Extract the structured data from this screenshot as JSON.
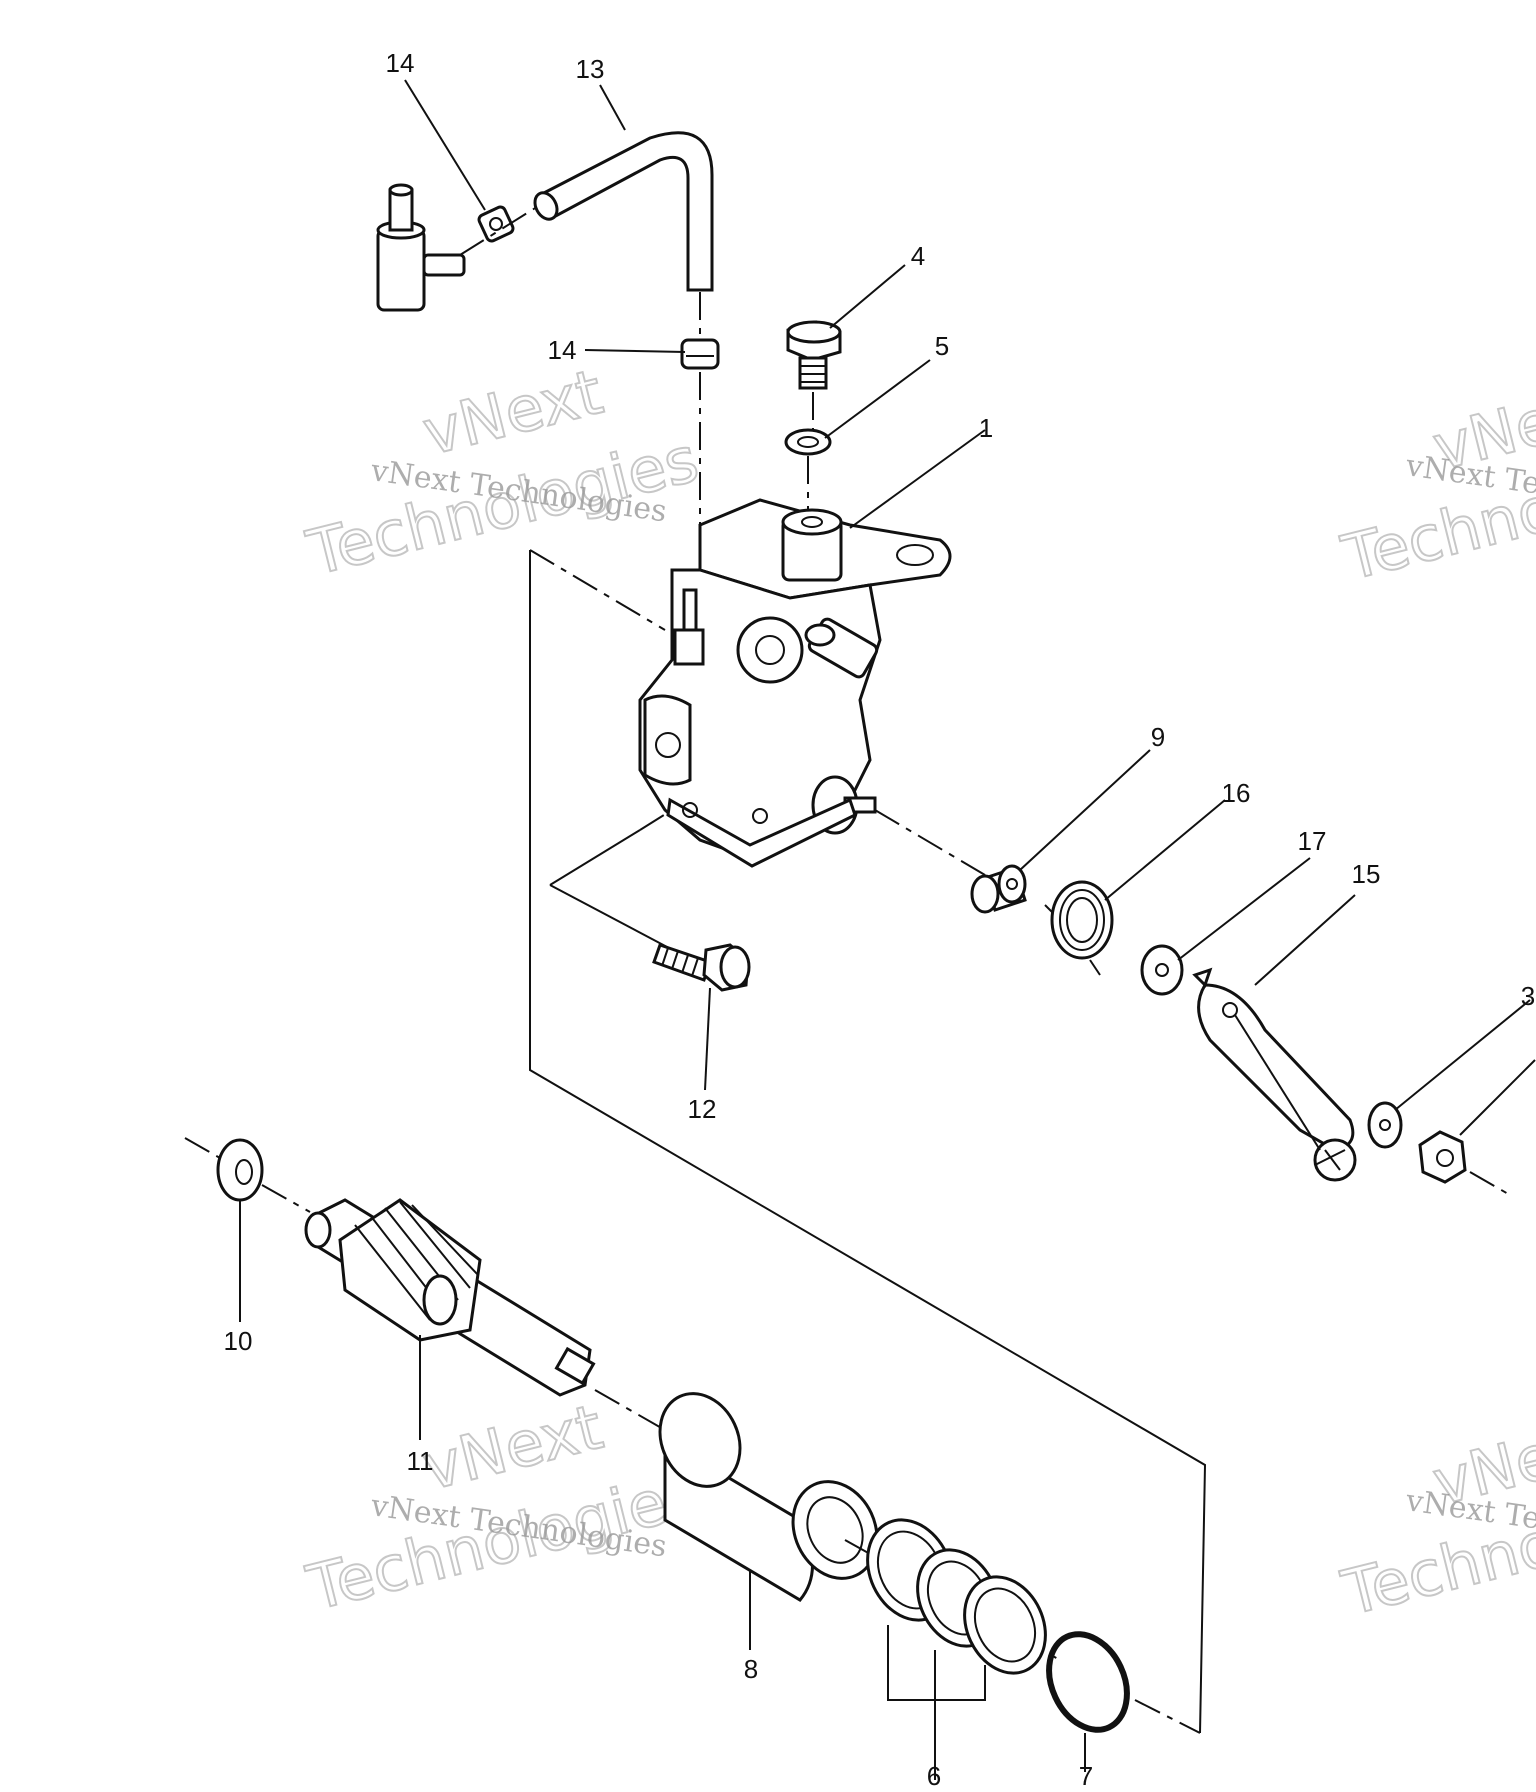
{
  "callouts": [
    {
      "id": "14a",
      "text": "14"
    },
    {
      "id": "13",
      "text": "13"
    },
    {
      "id": "4",
      "text": "4"
    },
    {
      "id": "14b",
      "text": "14"
    },
    {
      "id": "5",
      "text": "5"
    },
    {
      "id": "1",
      "text": "1"
    },
    {
      "id": "9",
      "text": "9"
    },
    {
      "id": "16",
      "text": "16"
    },
    {
      "id": "17",
      "text": "17"
    },
    {
      "id": "15",
      "text": "15"
    },
    {
      "id": "3",
      "text": "3"
    },
    {
      "id": "12",
      "text": "12"
    },
    {
      "id": "10",
      "text": "10"
    },
    {
      "id": "11",
      "text": "11"
    },
    {
      "id": "8",
      "text": "8"
    },
    {
      "id": "6",
      "text": "6"
    },
    {
      "id": "7",
      "text": "7"
    }
  ],
  "watermark": {
    "brand": "vNext",
    "company": "vNext Technologies",
    "word": "Technologies"
  }
}
